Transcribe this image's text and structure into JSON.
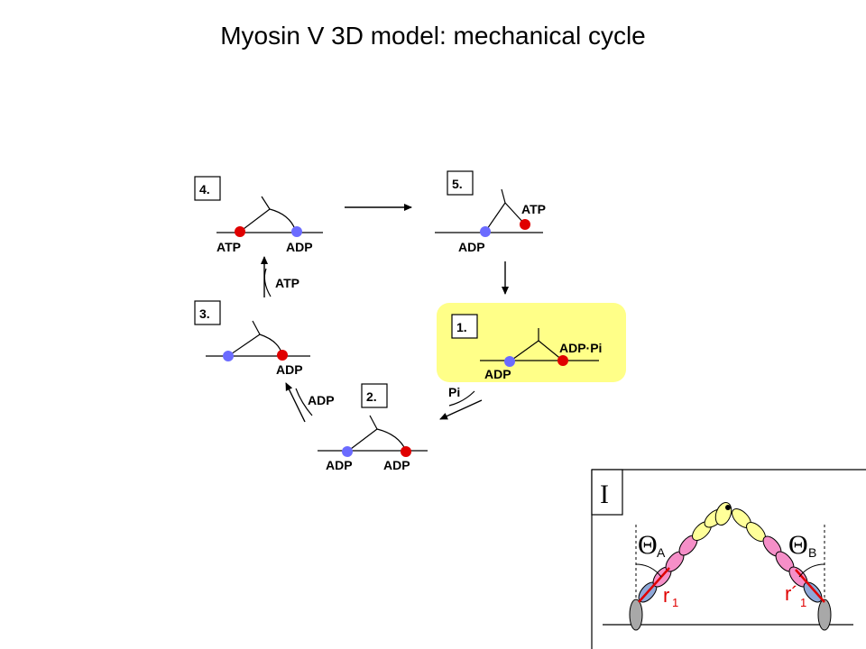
{
  "title": "Myosin V 3D model: mechanical cycle",
  "colors": {
    "red_head": "#e00000",
    "blue_head": "#6b6bff",
    "highlight": "#ffff88",
    "pink_domain": "#f58fc8",
    "yellow_domain": "#ffff99",
    "gray_domain": "#a8a8a8",
    "blue_domain": "#8fa8d8"
  },
  "states": [
    {
      "number": "4.",
      "left_label": "ATP",
      "right_label": "ADP"
    },
    {
      "number": "5.",
      "top_label": "ATP",
      "bottom_label": "ADP"
    },
    {
      "number": "3.",
      "bottom_label": "ADP"
    },
    {
      "number": "1.",
      "right_label": "ADP·Pi",
      "bottom_label": "ADP",
      "highlighted": true
    },
    {
      "number": "2.",
      "left_label": "ADP",
      "right_label": "ADP"
    }
  ],
  "transitions": {
    "to_4": "ATP",
    "to_3": "ADP",
    "to_2": "Pi"
  },
  "inset": {
    "panel_label": "I",
    "theta_a": "Θ",
    "theta_a_sub": "A",
    "theta_b": "Θ",
    "theta_b_sub": "B",
    "r_left": "r",
    "r_left_sub": "1",
    "r_right": "r´",
    "r_right_sub": "1"
  }
}
